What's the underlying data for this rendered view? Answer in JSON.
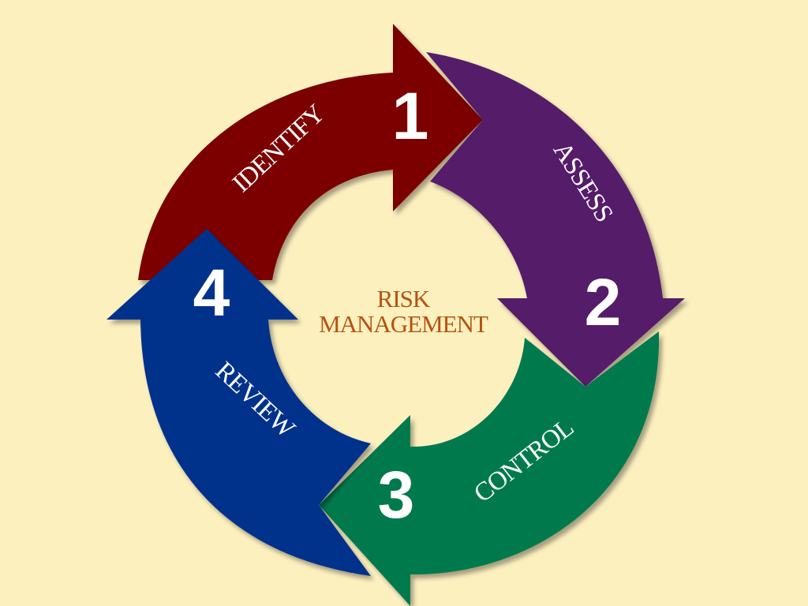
{
  "center": {
    "line1": "RISK",
    "line2": "MANAGEMENT"
  },
  "steps": [
    {
      "number": "1",
      "label": "IDENTIFY",
      "color": "#7B0303"
    },
    {
      "number": "2",
      "label": "ASSESS",
      "color": "#541B6B"
    },
    {
      "number": "3",
      "label": "CONTROL",
      "color": "#067A4D"
    },
    {
      "number": "4",
      "label": "REVIEW",
      "color": "#05308C"
    }
  ],
  "colors": {
    "background": "#FDF0BF",
    "center_text": "#B5530E",
    "step_text": "#FFFFFF"
  }
}
